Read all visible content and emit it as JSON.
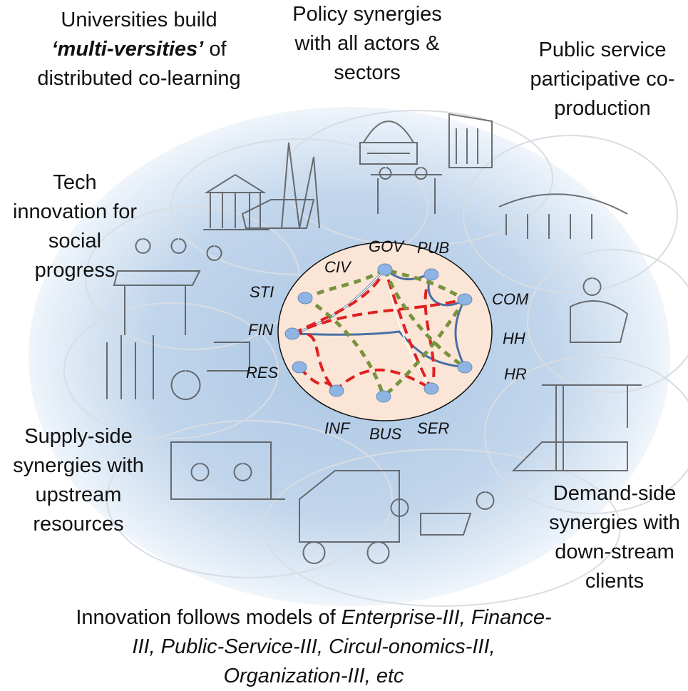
{
  "captions": {
    "universities": {
      "before": "Universities build",
      "emphasis": "‘multi-versities’",
      "after": "of distributed co-learning"
    },
    "policy": "Policy synergies with all actors & sectors",
    "public_service": "Public service participative co-production",
    "tech": "Tech innovation for social progress",
    "supply": "Supply-side synergies with upstream resources",
    "demand": "Demand-side synergies with down-stream clients",
    "innovation": {
      "before": "Innovation follows models of",
      "emphasis": "Enterprise-III, Finance-III, Public-Service-III, Circul-onomics-III, Organization-III, etc"
    }
  },
  "network_nodes": [
    "CIV",
    "GOV",
    "PUB",
    "STI",
    "COM",
    "FIN",
    "HH",
    "RES",
    "HR",
    "INF",
    "BUS",
    "SER"
  ],
  "colors": {
    "node_fill": "#8db4e2",
    "ellipse_fill": "#fbe5d6",
    "red_link": "#e02020",
    "green_link": "#77933c",
    "blue_link": "#4a6fa5"
  }
}
